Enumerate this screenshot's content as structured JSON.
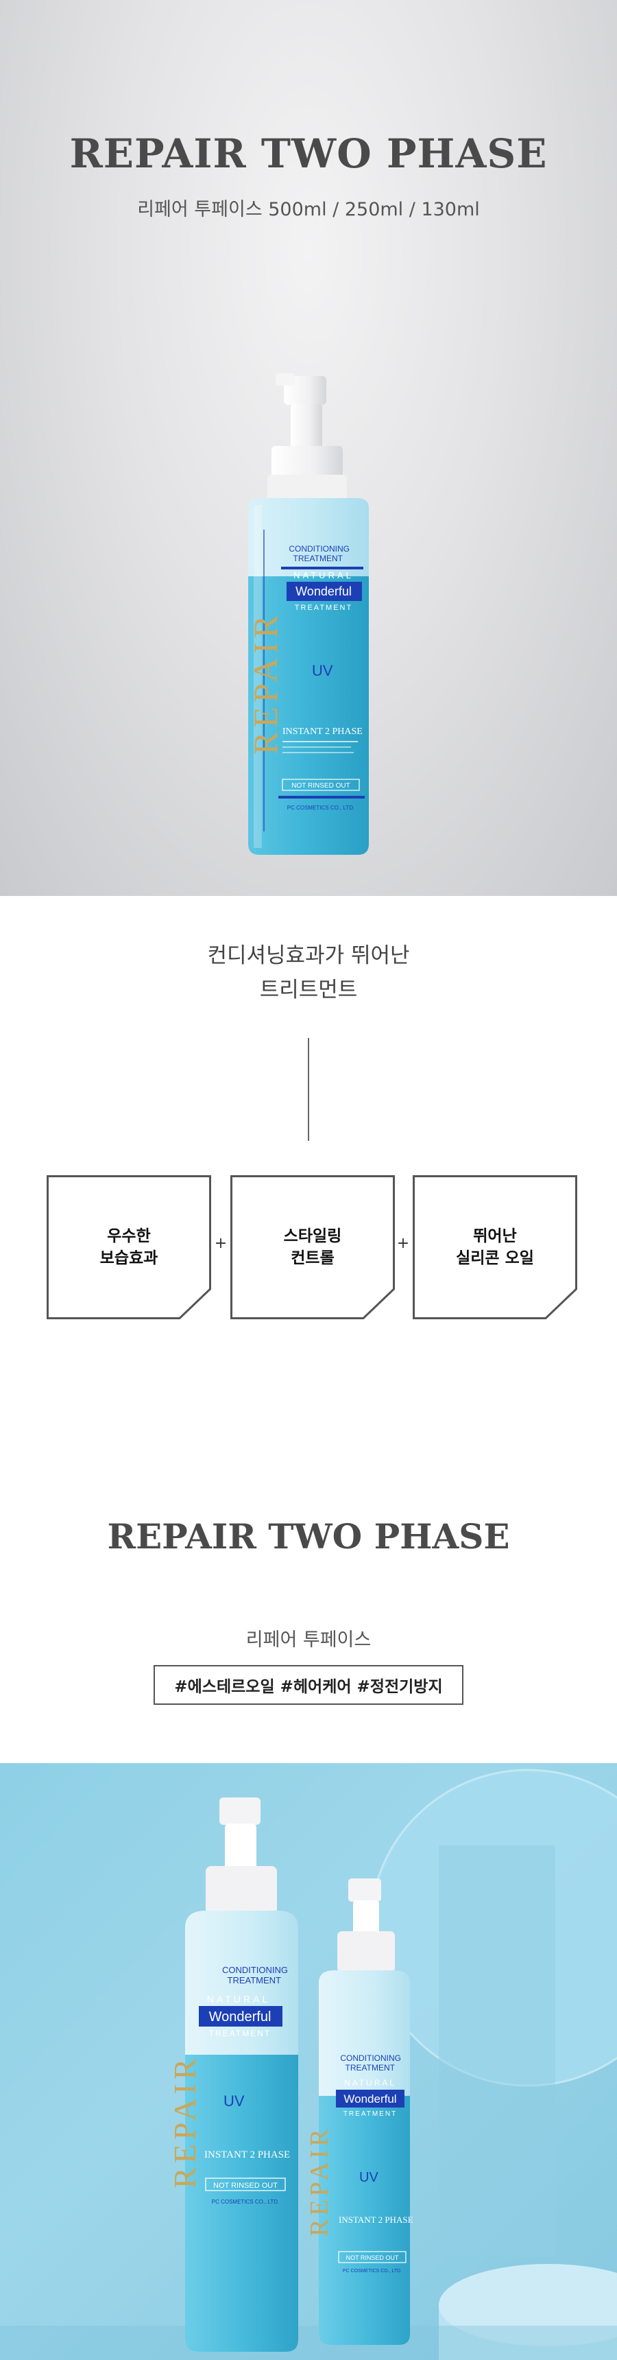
{
  "hero": {
    "title": "REPAIR TWO PHASE",
    "subtitle": "리페어 투페이스 500ml / 250ml / 130ml"
  },
  "bottle": {
    "brand": "REPAIR",
    "line1": "CONDITIONING",
    "line2": "TREATMENT",
    "natural": "NATURAL",
    "wonderful": "Wonderful",
    "treatment": "TREATMENT",
    "uv": "UV",
    "instant": "INSTANT 2 PHASE",
    "not_rinsed": "NOT RINSED OUT",
    "maker": "PC COSMETICS CO., LTD."
  },
  "features": {
    "title_line1": "컨디셔닝효과가 뛰어난",
    "title_line2": "트리트먼트",
    "items": [
      {
        "line1": "우수한",
        "line2": "보습효과"
      },
      {
        "line1": "스타일링",
        "line2": "컨트롤"
      },
      {
        "line1": "뛰어난",
        "line2": "실리콘 오일"
      }
    ],
    "plus": "+"
  },
  "section2": {
    "title": "REPAIR TWO PHASE",
    "subtitle": "리페어 투페이스",
    "hashtags": "#에스테르오일 #헤어케어 #정전기방지"
  },
  "colors": {
    "hero_bg": "#e3e3e5",
    "photo_bg": "#8fd0e6",
    "bottle_liquid": "#3fb6d8",
    "label_blue": "#1c3fb5",
    "gold": "#c9a75a"
  }
}
